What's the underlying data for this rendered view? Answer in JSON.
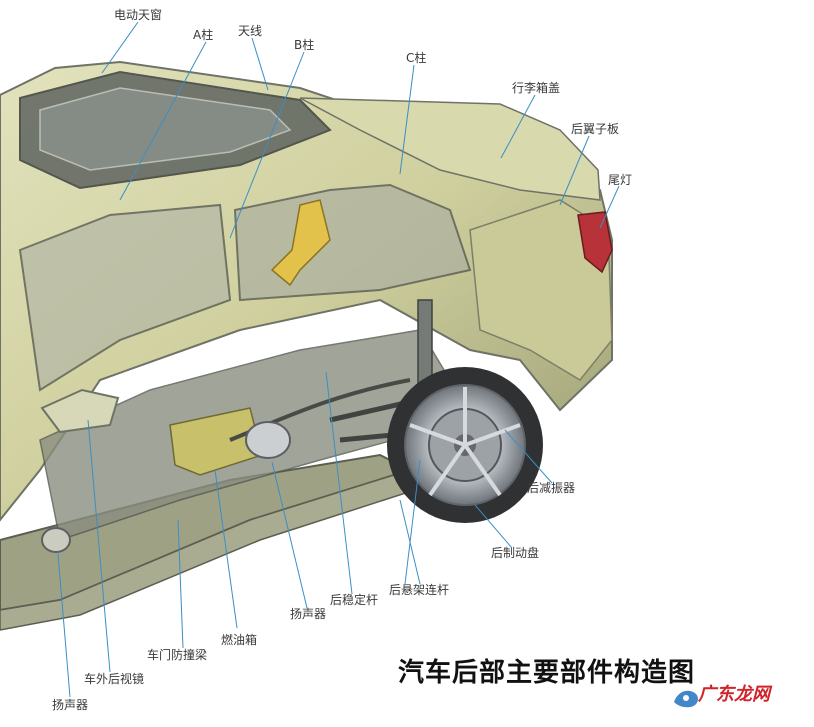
{
  "diagram": {
    "caption": "汽车后部主要部件构造图",
    "watermark": "广东龙网",
    "labels": {
      "sunroof": "电动天窗",
      "a_pillar": "A柱",
      "antenna": "天线",
      "b_pillar": "B柱",
      "c_pillar": "C柱",
      "trunk_lid": "行李箱盖",
      "rear_fender": "后翼子板",
      "taillight": "尾灯",
      "rear_shock": "后减振器",
      "rear_brake_disc": "后制动盘",
      "rear_suspension_link": "后悬架连杆",
      "rear_stabilizer_bar": "后稳定杆",
      "speaker_rear": "扬声器",
      "fuel_tank": "燃油箱",
      "door_beam": "车门防撞梁",
      "side_mirror": "车外后视镜",
      "speaker_front": "扬声器"
    }
  },
  "colors": {
    "body_paint": "#cfcf9e",
    "body_shadow": "#8d8f66",
    "frame": "#6f7366",
    "leader_line": "#3a8fc4",
    "taillight": "#b8323a",
    "caption": "#111111",
    "watermark": "#d2232a"
  }
}
